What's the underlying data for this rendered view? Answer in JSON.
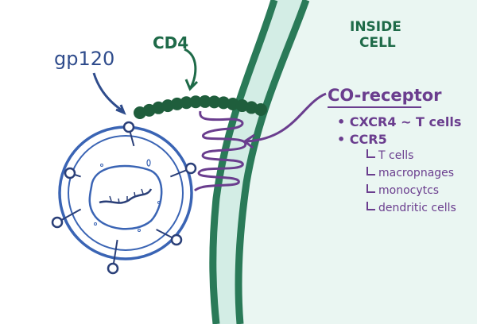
{
  "labels": {
    "gp120": "gp120",
    "cd4": "CD4",
    "inside_cell_line1": "INSIDE",
    "inside_cell_line2": "CELL",
    "co_receptor": "CO-receptor",
    "cxcr4": "• CXCR4 ~ T cells",
    "ccr5": "• CCR5",
    "ccr5_targets": [
      "T cells",
      "macropnages",
      "monocytcs",
      "dendritic cells"
    ]
  },
  "colors": {
    "membrane": "#2a7a58",
    "membrane_fill": "#d6efe8",
    "cytoplasm": "#eaf6f2",
    "virus": "#3a64b4",
    "cd4": "#1f5e3c",
    "coreceptor": "#6a3d8e"
  }
}
